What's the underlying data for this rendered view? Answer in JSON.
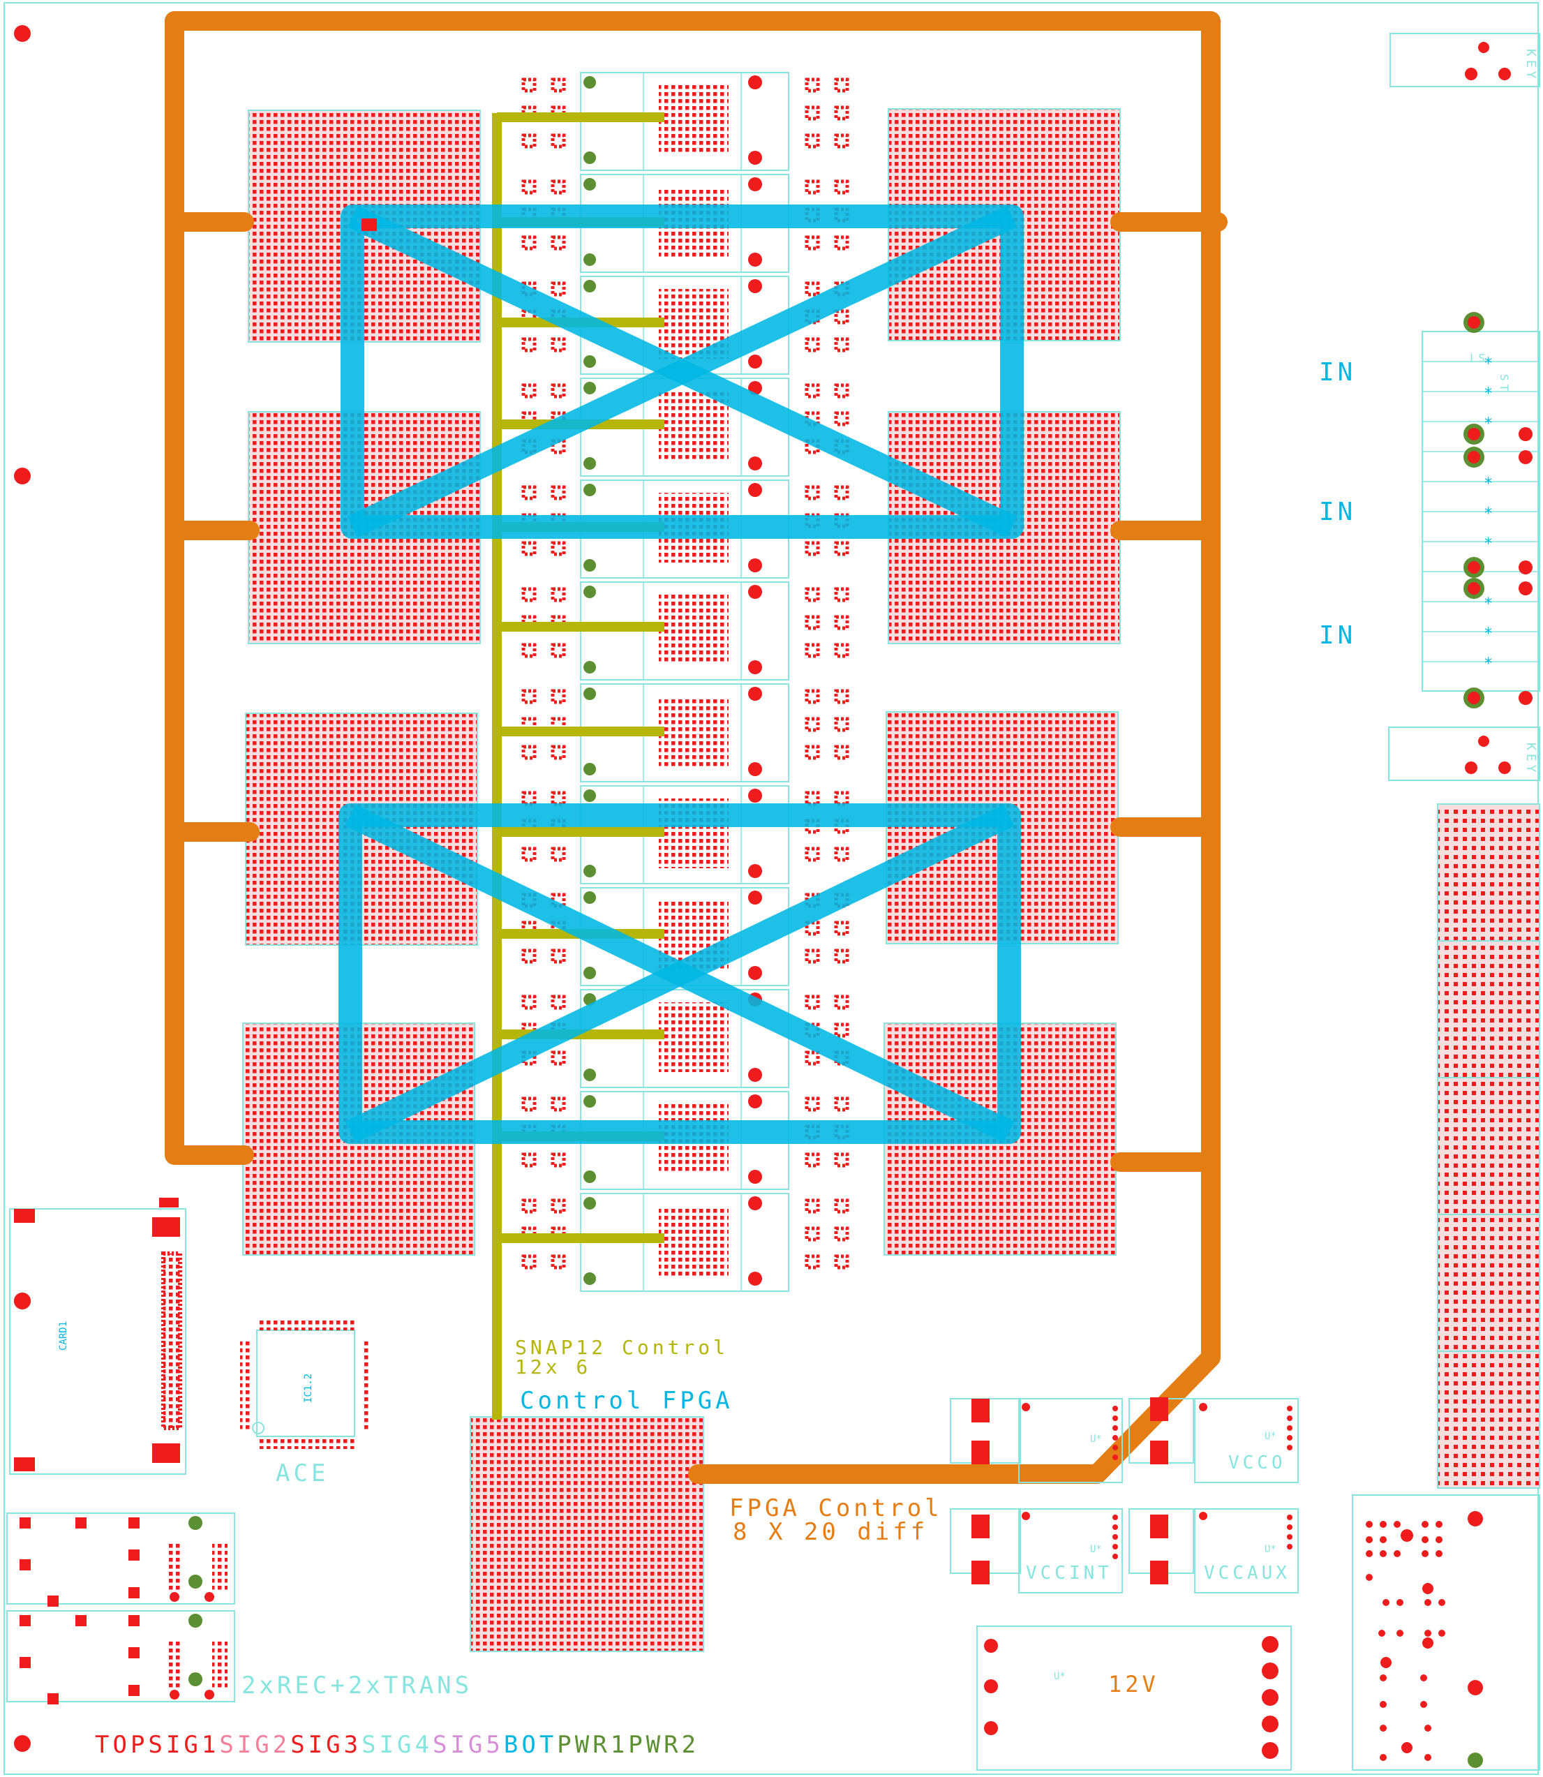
{
  "colors": {
    "background": "#ffffff",
    "pad": "#ee1c1c",
    "pad_field": "#f6c9c9",
    "outline": "#87e5e0",
    "power_trace": "#e47d14",
    "snap12_trace": "#b5b50a",
    "signal_trace": "#00b7e4",
    "via_green": "#5c8f31"
  },
  "labels": {
    "in_1": "IN",
    "in_2": "IN",
    "in_3": "IN",
    "key_top": "KEY",
    "key_mid": "KEY",
    "st_1": "ST",
    "st_2": "ST",
    "snap12_title": "SNAP12 Control",
    "snap12_sub": "12x 6",
    "control_fpga": "Control FPGA",
    "fpga_control_title": "FPGA Control",
    "fpga_control_sub": "8 X 20 diff",
    "ace": "ACE",
    "card": "CARD1",
    "ic": "IC1.2",
    "rec_trans": "2xREC+2xTRANS",
    "vcco": "VCCO",
    "vccint": "VCCINT",
    "vccaux": "VCCAUX",
    "v12": "12V",
    "u_ref": "U*"
  },
  "layers": [
    {
      "name": "TOP",
      "color": "#ee1c1c"
    },
    {
      "name": "SIG1",
      "color": "#ee1c1c"
    },
    {
      "name": "SIG2",
      "color": "#f47f9b"
    },
    {
      "name": "SIG3",
      "color": "#ee1c1c"
    },
    {
      "name": "SIG4",
      "color": "#87e5e0"
    },
    {
      "name": "SIG5",
      "color": "#d68ed8"
    },
    {
      "name": "BOT",
      "color": "#00b7e4"
    },
    {
      "name": "PWR1",
      "color": "#5c8f31"
    },
    {
      "name": "PWR2",
      "color": "#5c8f31"
    }
  ]
}
